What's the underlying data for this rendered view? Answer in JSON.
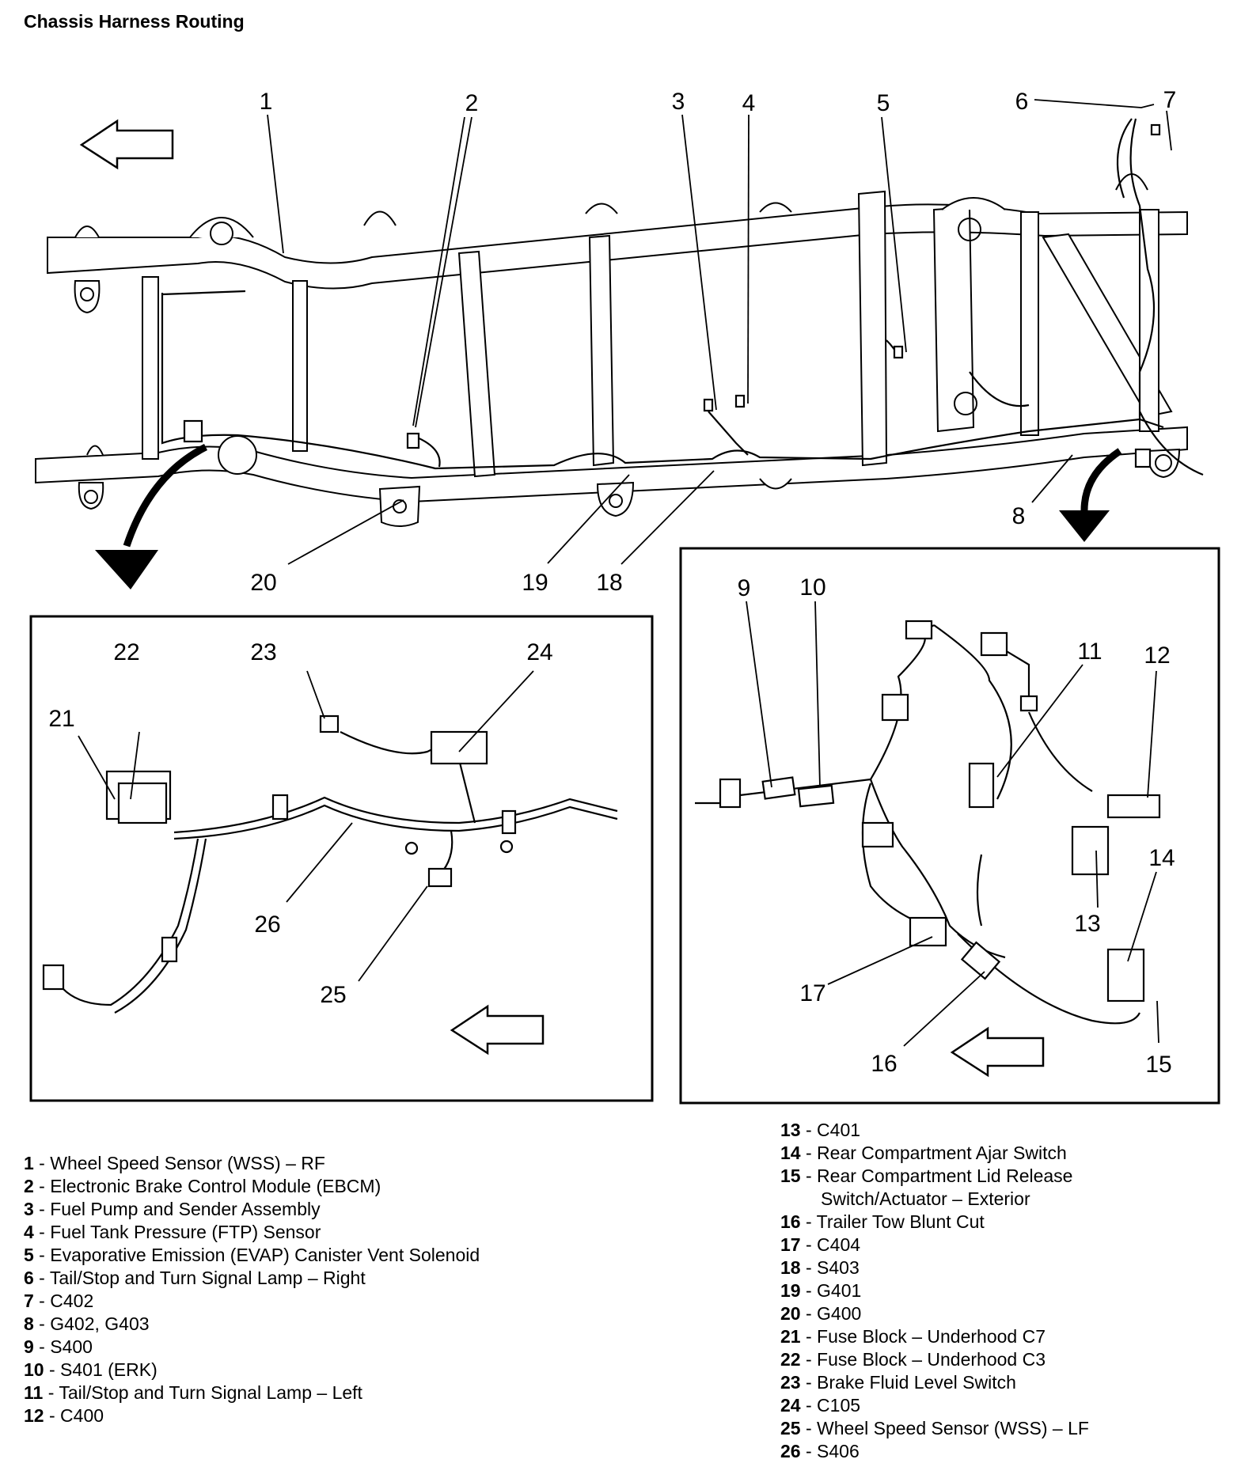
{
  "title": "Chassis Harness Routing",
  "callouts": [
    "1",
    "2",
    "3",
    "4",
    "5",
    "6",
    "7",
    "8",
    "9",
    "10",
    "11",
    "12",
    "13",
    "14",
    "15",
    "16",
    "17",
    "18",
    "19",
    "20",
    "21",
    "22",
    "23",
    "24",
    "25",
    "26"
  ],
  "legend": [
    {
      "num": "1",
      "text": "Wheel Speed Sensor (WSS) – RF"
    },
    {
      "num": "2",
      "text": "Electronic Brake Control Module (EBCM)"
    },
    {
      "num": "3",
      "text": "Fuel Pump and Sender Assembly"
    },
    {
      "num": "4",
      "text": "Fuel Tank Pressure (FTP) Sensor"
    },
    {
      "num": "5",
      "text": "Evaporative Emission (EVAP) Canister Vent Solenoid"
    },
    {
      "num": "6",
      "text": "Tail/Stop and Turn Signal Lamp – Right"
    },
    {
      "num": "7",
      "text": "C402"
    },
    {
      "num": "8",
      "text": "G402, G403"
    },
    {
      "num": "9",
      "text": "S400"
    },
    {
      "num": "10",
      "text": "S401 (ERK)"
    },
    {
      "num": "11",
      "text": "Tail/Stop and Turn Signal Lamp – Left"
    },
    {
      "num": "12",
      "text": "C400"
    },
    {
      "num": "13",
      "text": "C401"
    },
    {
      "num": "14",
      "text": "Rear Compartment Ajar Switch"
    },
    {
      "num": "15",
      "text": "Rear Compartment Lid Release",
      "text2": "Switch/Actuator – Exterior"
    },
    {
      "num": "16",
      "text": "Trailer Tow Blunt Cut"
    },
    {
      "num": "17",
      "text": "C404"
    },
    {
      "num": "18",
      "text": "S403"
    },
    {
      "num": "19",
      "text": "G401"
    },
    {
      "num": "20",
      "text": "G400"
    },
    {
      "num": "21",
      "text": "Fuse Block – Underhood C7"
    },
    {
      "num": "22",
      "text": "Fuse Block – Underhood C3"
    },
    {
      "num": "23",
      "text": "Brake Fluid Level Switch"
    },
    {
      "num": "24",
      "text": "C105"
    },
    {
      "num": "25",
      "text": "Wheel Speed Sensor (WSS) – LF"
    },
    {
      "num": "26",
      "text": "S406"
    }
  ],
  "icons": [
    "front-direction-arrow-icon",
    "detail-pointer-arrow-icon"
  ],
  "colors": {
    "line": "#000000",
    "background": "#ffffff"
  }
}
